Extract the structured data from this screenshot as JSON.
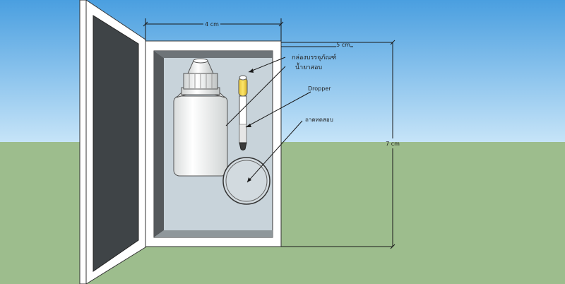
{
  "dimensions": {
    "width_label": "4 cm",
    "depth_label": "5 cm",
    "height_label": "7 cm"
  },
  "labels": {
    "box": "กล่องบรรจุภัณฑ์",
    "liquid": "น้ำยาสอบ",
    "dropper": "Dropper",
    "tray": "ถาดทดสอบ"
  },
  "colors": {
    "sky_top": "#4a9fe0",
    "sky_bottom": "#bfe0f7",
    "grass": "#9dbd8d",
    "box_inner": "#c8d3da",
    "lid_panel": "#3f4447",
    "dimension_line": "#1a1a1a"
  }
}
